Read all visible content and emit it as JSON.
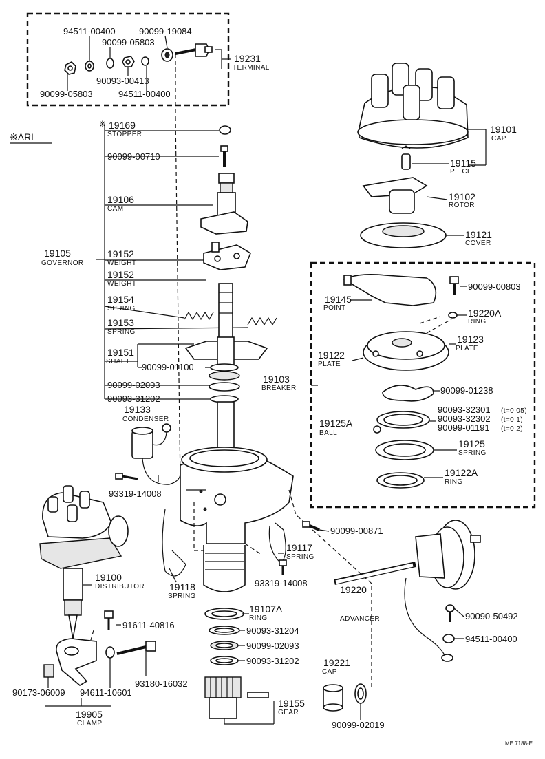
{
  "diagram": {
    "note_mark": "※ARL",
    "footer_code": "ME 7188-E",
    "labels": {
      "l_94511_00400_a": "94511-00400",
      "l_90099_19084": "90099-19084",
      "l_90099_05803_a": "90099-05803",
      "l_90093_00413": "90093-00413",
      "l_90099_05803_b": "90099-05803",
      "l_94511_00400_b": "94511-00400",
      "l_19231": "19231",
      "l_19231_n": "TERMINAL",
      "l_19169": "19169",
      "l_19169_star": "※",
      "l_19169_n": "STOPPER",
      "l_90099_00710": "90099-00710",
      "l_19101": "19101",
      "l_19101_n": "CAP",
      "l_19115": "19115",
      "l_19115_n": "PIECE",
      "l_19106": "19106",
      "l_19106_n": "CAM",
      "l_19102": "19102",
      "l_19102_n": "ROTOR",
      "l_19121": "19121",
      "l_19121_n": "COVER",
      "l_19105": "19105",
      "l_19105_n": "GOVERNOR",
      "l_19152_a": "19152",
      "l_19152_a_n": "WEIGHT",
      "l_19152_b": "19152",
      "l_19152_b_n": "WEIGHT",
      "l_90099_00803": "90099-00803",
      "l_19145": "19145",
      "l_19145_n": "POINT",
      "l_19220A": "19220A",
      "l_19220A_n": "RING",
      "l_19154": "19154",
      "l_19154_n": "SPRING",
      "l_19153": "19153",
      "l_19153_n": "SPRING",
      "l_19123": "19123",
      "l_19123_n": "PLATE",
      "l_19151": "19151",
      "l_19151_n": "SHAFT",
      "l_90099_01100": "90099-01100",
      "l_19122": "19122",
      "l_19122_n": "PLATE",
      "l_19103": "19103",
      "l_19103_n": "BREAKER",
      "l_90099_02093_a": "90099-02093",
      "l_90093_31202_a": "90093-31202",
      "l_90099_01238": "90099-01238",
      "l_90093_32301": "90093-32301",
      "l_90093_32301_t": "(t=0.05)",
      "l_90093_32302": "90093-32302",
      "l_90093_32302_t": "(t=0.1)",
      "l_90099_01191": "90099-01191",
      "l_90099_01191_t": "(t=0.2)",
      "l_19125A": "19125A",
      "l_19125A_n": "BALL",
      "l_19133": "19133",
      "l_19133_n": "CONDENSER",
      "l_19125": "19125",
      "l_19125_n": "SPRING",
      "l_19122A": "19122A",
      "l_19122A_n": "RING",
      "l_93319_14008_a": "93319-14008",
      "l_90099_00871": "90099-00871",
      "l_19100": "19100",
      "l_19100_n": "DISTRIBUTOR",
      "l_19117": "19117",
      "l_19117_n": "SPRING",
      "l_93319_14008_b": "93319-14008",
      "l_19118": "19118",
      "l_19118_n": "SPRING",
      "l_19220": "19220",
      "l_19220_n": "ADVANCER",
      "l_19107A": "19107A",
      "l_19107A_n": "RING",
      "l_91611_40816": "91611-40816",
      "l_90093_31204": "90093-31204",
      "l_90099_02093_b": "90099-02093",
      "l_90093_31202_b": "90093-31202",
      "l_90090_50492": "90090-50492",
      "l_94511_00400_c": "94511-00400",
      "l_93180_16032": "93180-16032",
      "l_19221": "19221",
      "l_19221_n": "CAP",
      "l_90173_06009": "90173-06009",
      "l_94611_10601": "94611-10601",
      "l_19905": "19905",
      "l_19905_n": "CLAMP",
      "l_19155": "19155",
      "l_19155_n": "GEAR",
      "l_90099_02019": "90099-02019"
    }
  }
}
